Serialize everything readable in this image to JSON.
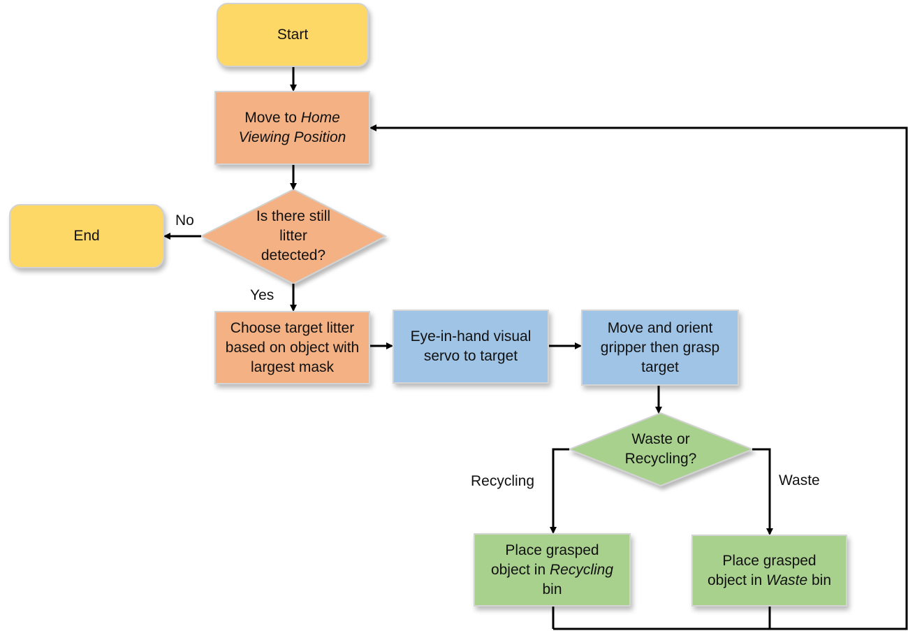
{
  "nodes": {
    "start": {
      "label": [
        {
          "text": "Start"
        }
      ]
    },
    "home": {
      "label": [
        {
          "text": "Move to "
        },
        {
          "text": "Home",
          "italic": true
        },
        {
          "text": "\n"
        },
        {
          "text": "Viewing Position",
          "italic": true
        }
      ]
    },
    "litter_decision": {
      "label": [
        {
          "text": "Is there still\nlitter\ndetected?"
        }
      ]
    },
    "end": {
      "label": [
        {
          "text": "End"
        }
      ]
    },
    "choose_target": {
      "label": [
        {
          "text": "Choose target litter\nbased on object with\nlargest mask"
        }
      ]
    },
    "visual_servo": {
      "label": [
        {
          "text": "Eye-in-hand visual\nservo to target"
        }
      ]
    },
    "grasp": {
      "label": [
        {
          "text": "Move and orient\ngripper then grasp\ntarget"
        }
      ]
    },
    "sort_decision": {
      "label": [
        {
          "text": "Waste or\nRecycling?"
        }
      ]
    },
    "recycling_bin": {
      "label": [
        {
          "text": "Place grasped\nobject in "
        },
        {
          "text": "Recycling",
          "italic": true
        },
        {
          "text": "\nbin"
        }
      ]
    },
    "waste_bin": {
      "label": [
        {
          "text": "Place grasped\nobject in "
        },
        {
          "text": "Waste",
          "italic": true
        },
        {
          "text": " bin"
        }
      ]
    }
  },
  "edge_labels": {
    "no": "No",
    "yes": "Yes",
    "recycling": "Recycling",
    "waste": "Waste"
  },
  "colors": {
    "terminal": "#fdd867",
    "process_orange": "#f4b183",
    "process_blue": "#9fc4e6",
    "process_green": "#a9d18e",
    "border": "#d2d2d2",
    "connector": "#000000"
  }
}
